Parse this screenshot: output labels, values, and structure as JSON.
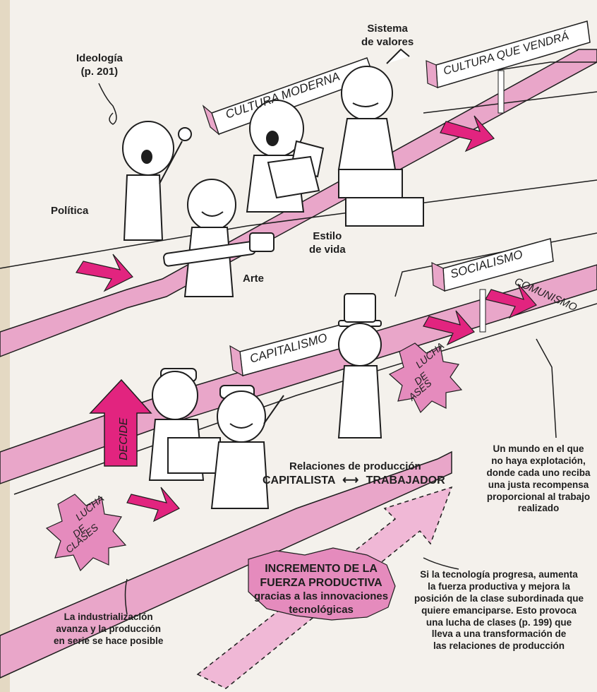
{
  "signs": {
    "cultura_moderna": "CULTURA MODERNA",
    "cultura_que_vendra": "CULTURA QUE VENDRÁ",
    "socialismo": "SOCIALISMO",
    "capitalismo": "CAPITALISMO",
    "comunismo": "COMUNISMO"
  },
  "labels": {
    "ideologia": [
      "Ideología",
      "(p. 201)"
    ],
    "sistema_valores": [
      "Sistema",
      "de valores"
    ],
    "politica": "Política",
    "estilo_vida": [
      "Estilo",
      "de vida"
    ],
    "arte": "Arte",
    "decide": "DECIDE",
    "lucha_clases_top": [
      "LUCHA",
      "DE",
      "ASES"
    ],
    "lucha_clases_bottom": [
      "LUCHA",
      "DE",
      "CLASES"
    ],
    "relaciones": "Relaciones de producción",
    "capitalista": "CAPITALISTA",
    "arrow": "⟷",
    "trabajador": "TRABAJADOR",
    "incremento_1": "INCREMENTO DE LA",
    "incremento_2": "FUERZA PRODUCTIVA",
    "gracias_1": "gracias a las innovaciones",
    "gracias_2": "tecnológicas"
  },
  "notes": {
    "mundo": [
      "Un mundo en el que",
      "no haya explotación,",
      "donde cada uno reciba",
      "una justa recompensa",
      "proporcional al trabajo",
      "realizado"
    ],
    "industrializacion": [
      "La industrialización",
      "avanza y la producción",
      "en serie se hace posible"
    ],
    "tecnologia": [
      "Si la tecnología progresa, aumenta",
      "la fuerza productiva y mejora la",
      "posición de la clase subordinada que",
      "quiere emanciparse. Esto provoca",
      "una lucha de clases (p. 199) que",
      "lleva a una transformación de",
      "las relaciones de producción"
    ]
  },
  "colors": {
    "pink": "#e58bbd",
    "magenta": "#e2247f",
    "ink": "#1e1e1e",
    "paper": "#f4f1ec"
  }
}
